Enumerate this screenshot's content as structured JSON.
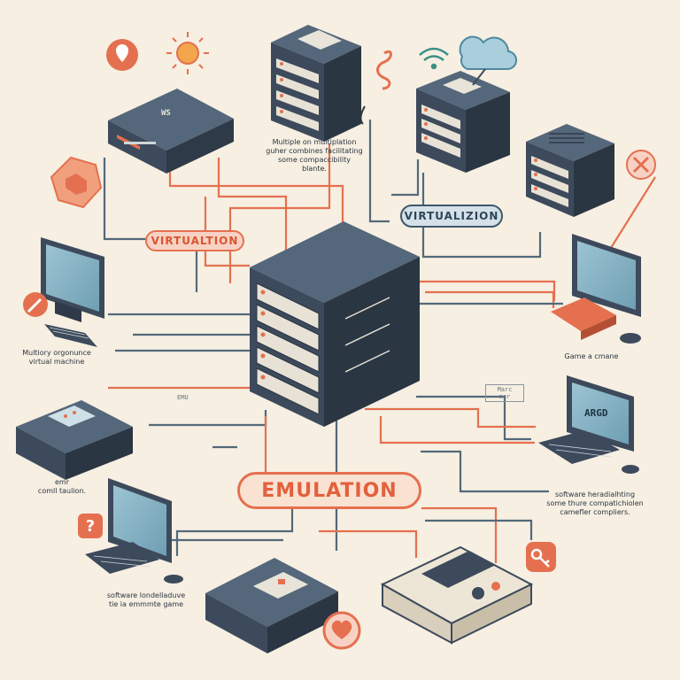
{
  "labels": {
    "virtualization_left": "VIRTUALTION",
    "virtualization_right": "VIRTUALIZION",
    "emulation": "EMULATION"
  },
  "captions": {
    "top_center": "Multiple on multiplation\nguher combines facilitating\nsome compaccibility\nblante.",
    "left_mid": "Multiory orgonunce\nvirtual machine",
    "left_low": "emr\ncomll taulion.",
    "right_mid": "Game a cmane",
    "right_low": "software heradialhting\nsome thure compatichiolen\ncamefler compliers.",
    "bottom_left": "software londelladuve\ntie ia emmmte game",
    "small_tag_left": "EMU",
    "small_tag_right": "Marc\nmer",
    "server_tag": "WS",
    "monitor_tag": "ARGD"
  },
  "colors": {
    "background": "#f6efe2",
    "accent": "#e5704f",
    "navy": "#3d4a5c",
    "teal": "#8fb9c9",
    "cream": "#ede6d6"
  },
  "icons": [
    "location-pin-icon",
    "sun-icon",
    "hexagon-badge-icon",
    "wifi-icon",
    "cloud-icon",
    "tool-icon",
    "question-icon",
    "heart-icon",
    "key-icon",
    "settings-badge-icon"
  ]
}
